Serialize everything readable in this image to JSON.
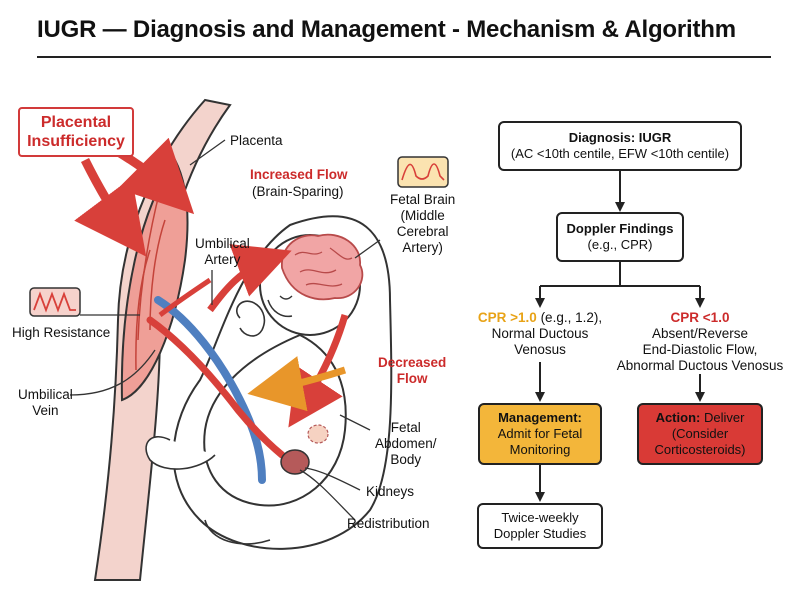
{
  "title": "IUGR — Diagnosis and Management - Mechanism & Algorithm",
  "diagram": {
    "placental_insufficiency": [
      "Placental",
      "Insufficiency"
    ],
    "placenta": "Placenta",
    "increased_flow": "Increased Flow",
    "brain_sparing": "(Brain-Sparing)",
    "umbilical_artery": [
      "Umbilical",
      "Artery"
    ],
    "fetal_brain": [
      "Fetal Brain",
      "(Middle",
      "Cerebral",
      "Artery)"
    ],
    "high_resistance": "High Resistance",
    "umbilical_vein": [
      "Umbilical",
      "Vein"
    ],
    "decreased_flow": [
      "Decreased",
      "Flow"
    ],
    "fetal_abdomen": [
      "Fetal",
      "Abdomen/",
      "Body"
    ],
    "kidneys": "Kidneys",
    "redistribution": "Redistribution"
  },
  "algorithm": {
    "diagnosis_title": "Diagnosis: IUGR",
    "diagnosis_sub": "(AC <10th centile, EFW <10th centile)",
    "doppler_title": "Doppler Findings",
    "doppler_sub": "(e.g., CPR)",
    "cpr_high": "CPR >1.0",
    "cpr_high_note": " (e.g., 1.2),",
    "cpr_high_lines": [
      "Normal Ductous",
      "Venosus"
    ],
    "cpr_low": "CPR <1.0",
    "cpr_low_lines": [
      "Absent/Reverse",
      "End-Diastolic Flow,",
      "Abnormal Ductous Venosus"
    ],
    "management_title": "Management:",
    "management_lines": [
      "Admit for Fetal",
      "Monitoring"
    ],
    "action_title": "Action:",
    "action_rest": " Deliver",
    "action_lines": [
      "(Consider",
      "Corticosteroids)"
    ],
    "followup_lines": [
      "Twice-weekly",
      "Doppler Studies"
    ]
  },
  "colors": {
    "artery_red": "#d8403a",
    "vein_blue": "#4f7fc0",
    "management_orange": "#f3b63a",
    "action_red": "#d93a36",
    "placenta_pink": "#f3d3cc"
  }
}
